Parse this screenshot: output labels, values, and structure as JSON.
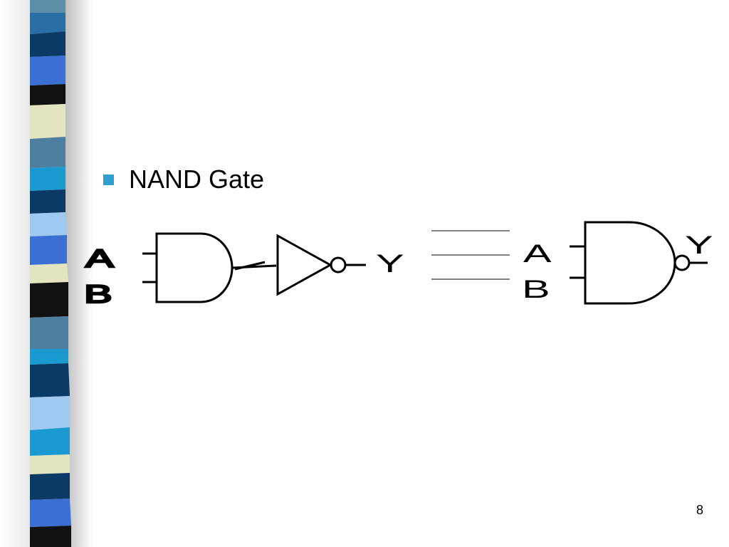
{
  "slide": {
    "bullet_text": "NAND Gate",
    "page_number": "8"
  },
  "diagram": {
    "left": {
      "input_a": "A",
      "input_b": "B",
      "output": "Y"
    },
    "right": {
      "input_a": "A",
      "input_b": "B",
      "output": "Y"
    }
  },
  "colors": {
    "bullet": "#2e9fd1",
    "strip": [
      "#5b8fa8",
      "#2a6ea6",
      "#0c3a66",
      "#3b6fd4",
      "#111111",
      "#e4e4c0",
      "#1a9ad0",
      "#9ec9f0",
      "#4e7fa0"
    ]
  }
}
